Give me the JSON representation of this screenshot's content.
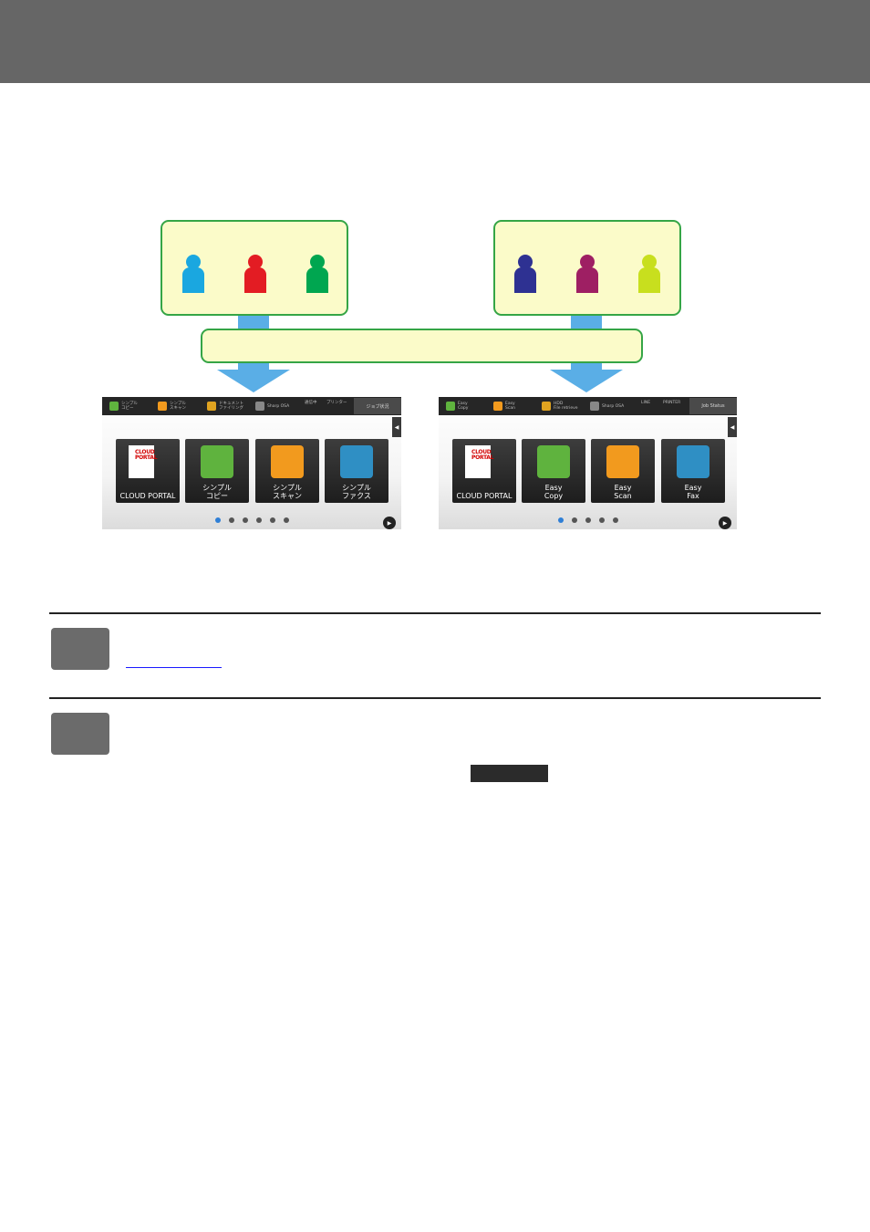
{
  "colors": {
    "header_bar": "#666666",
    "group_fill": "#fbfbc9",
    "group_border": "#35a546",
    "arrow": "#5aaee6"
  },
  "group_left": {
    "people": [
      "#1aa7e0",
      "#e31c23",
      "#00a650"
    ]
  },
  "group_right": {
    "people": [
      "#2e3192",
      "#9e1f63",
      "#c8df1e"
    ]
  },
  "panels": [
    {
      "toolbar": [
        {
          "label": "シンプル\nコピー",
          "icon_color": "#5fb33e"
        },
        {
          "label": "シンプル\nスキャン",
          "icon_color": "#f29a1e"
        },
        {
          "label": "ドキュメント\nファイリング",
          "icon_color": "#e0a320"
        },
        {
          "label": "Sharp OSA",
          "icon_color": "#888888"
        }
      ],
      "indicators": [
        "通信中",
        "プリンター"
      ],
      "status_label": "ジョブ状況",
      "tiles": [
        {
          "label": "CLOUD PORTAL",
          "icon": "cloud-portal-icon"
        },
        {
          "label": "シンプル\nコピー",
          "icon": "copy-icon"
        },
        {
          "label": "シンプル\nスキャン",
          "icon": "scan-icon"
        },
        {
          "label": "シンプル\nファクス",
          "icon": "fax-icon"
        }
      ],
      "logo_text": "CLOUD\nPORTAL",
      "page_count": 6,
      "current_page": 1
    },
    {
      "toolbar": [
        {
          "label": "Easy\nCopy",
          "icon_color": "#5fb33e"
        },
        {
          "label": "Easy\nScan",
          "icon_color": "#f29a1e"
        },
        {
          "label": "HDD\nFile retrieve",
          "icon_color": "#e0a320"
        },
        {
          "label": "Sharp OSA",
          "icon_color": "#888888"
        }
      ],
      "indicators": [
        "LINE",
        "PRINTER"
      ],
      "status_label": "Job Status",
      "tiles": [
        {
          "label": "CLOUD PORTAL",
          "icon": "cloud-portal-icon"
        },
        {
          "label": "Easy\nCopy",
          "icon": "copy-icon"
        },
        {
          "label": "Easy\nScan",
          "icon": "scan-icon"
        },
        {
          "label": "Easy\nFax",
          "icon": "fax-icon"
        }
      ],
      "logo_text": "CLOUD\nPORTAL",
      "page_count": 5,
      "current_page": 1
    }
  ],
  "steps": [
    {
      "link_text": ""
    },
    {
      "key_label": ""
    }
  ]
}
